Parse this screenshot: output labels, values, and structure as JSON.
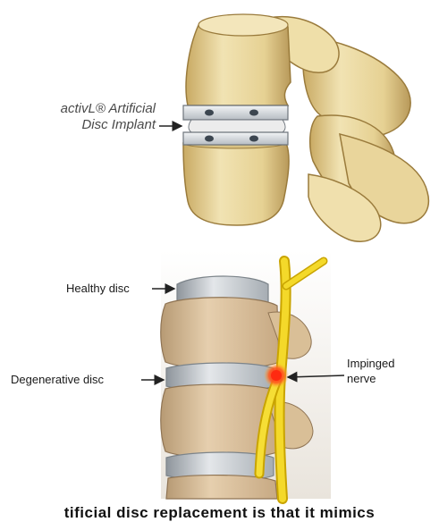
{
  "top_diagram": {
    "implant_label_line1": "activL® Artificial",
    "implant_label_line2": "Disc Implant"
  },
  "bottom_diagram": {
    "healthy_label": "Healthy disc",
    "degenerative_label": "Degenerative disc",
    "impinged_label_line1": "Impinged",
    "impinged_label_line2": "nerve"
  },
  "caption": "tificial disc replacement is that it mimics",
  "colors": {
    "bone": "#e8d6a0",
    "bone_shadow": "#b8995a",
    "implant": "#d9dde2",
    "nerve": "#f0d020",
    "inflammation": "#ff3b20",
    "disc": "#c8ccd0"
  }
}
